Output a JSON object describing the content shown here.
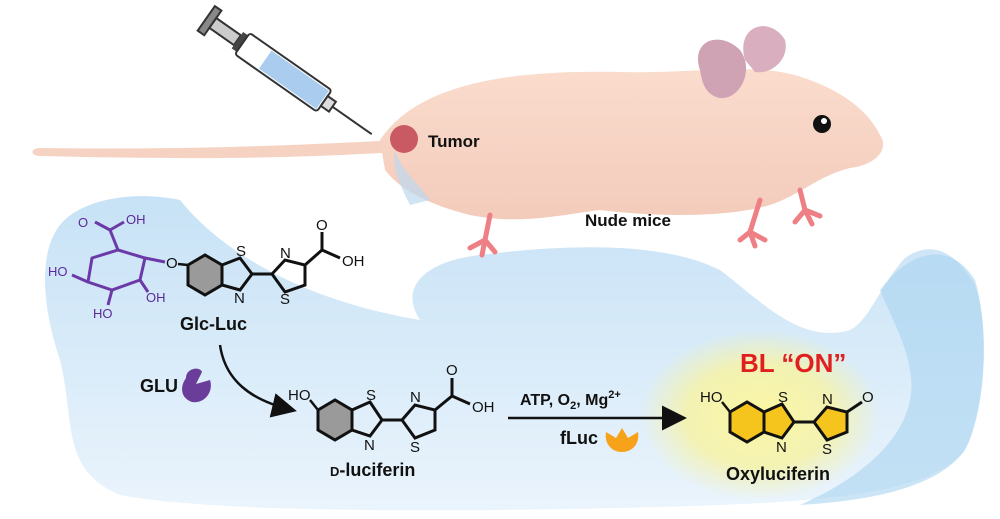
{
  "labels": {
    "tumor": "Tumor",
    "mouse": "Nude mice",
    "substrate": "Glc-Luc",
    "enzyme1": "GLU",
    "product1_prefix": "D",
    "product1_suffix": "-luciferin",
    "reaction_conditions_a": "ATP, O",
    "reaction_conditions_sub": "2",
    "reaction_conditions_b": ", Mg",
    "reaction_conditions_sup": "2+",
    "enzyme2": "fLuc",
    "signal": "BL “ON”",
    "product2": "Oxyluciferin"
  },
  "atoms": {
    "S": "S",
    "N": "N",
    "O": "O",
    "HO": "HO",
    "OH": "OH"
  },
  "colors": {
    "mouse_body": "#f8d7c9",
    "mouse_ear": "#cfa2b4",
    "mouse_feet": "#ee7f85",
    "tumor": "#c95a63",
    "fluid": "#cfe6f7",
    "glucose": "#6b3aa8",
    "glu_enzyme": "#6a3d9a",
    "fluc_enzyme": "#f7a21b",
    "oxy_ring": "#f6c51d",
    "signal": "#e02020",
    "glow": "#f7f38c"
  }
}
